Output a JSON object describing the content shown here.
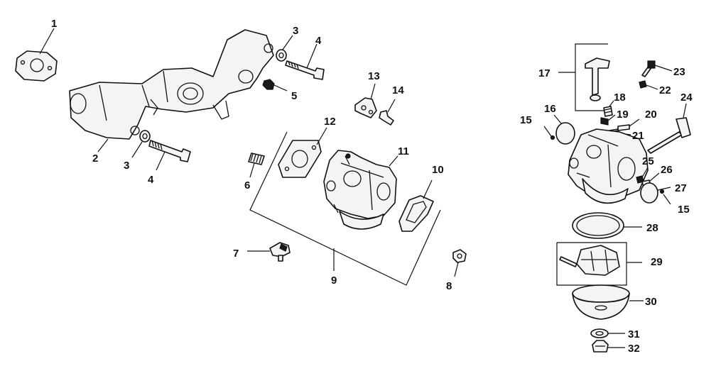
{
  "callouts": [
    "1",
    "2",
    "3",
    "3",
    "4",
    "4",
    "5",
    "6",
    "7",
    "8",
    "9",
    "10",
    "11",
    "12",
    "13",
    "14",
    "15",
    "15",
    "16",
    "17",
    "18",
    "19",
    "20",
    "21",
    "22",
    "23",
    "24",
    "25",
    "26",
    "27",
    "28",
    "29",
    "30",
    "31",
    "32"
  ],
  "colors": {
    "ink": "#111111",
    "paper": "#ffffff",
    "fill": "#f4f4f4"
  }
}
